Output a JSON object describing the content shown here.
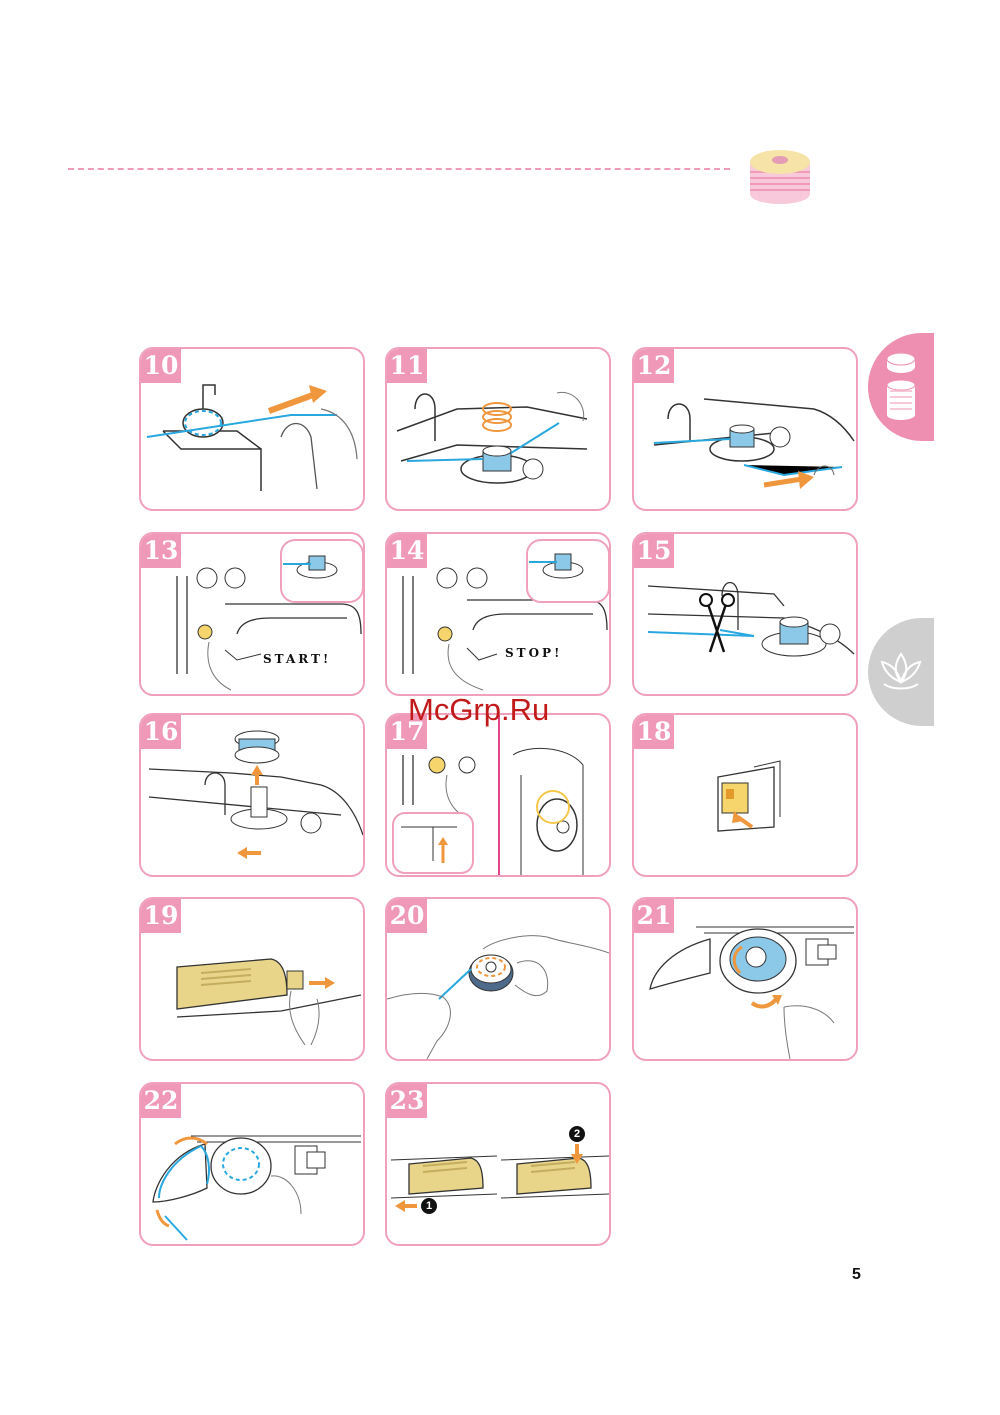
{
  "steps": [
    "10",
    "11",
    "12",
    "13",
    "14",
    "15",
    "16",
    "17",
    "18",
    "19",
    "20",
    "21",
    "22",
    "23"
  ],
  "labels": {
    "start": "START!",
    "stop": "STOP!"
  },
  "markers": {
    "one": "1",
    "two": "2"
  },
  "watermark": "McGrp.Ru",
  "page_number": "5",
  "colors": {
    "pink_border": "#f0a0bd",
    "step_badge": "#f098b8",
    "thread": "#29a8e0",
    "arrow": "#f0963c",
    "bobbin_case": "#e8d58a"
  },
  "icons": [
    "bobbin-spool-icon",
    "thread-spool-icon",
    "lotus-icon"
  ]
}
